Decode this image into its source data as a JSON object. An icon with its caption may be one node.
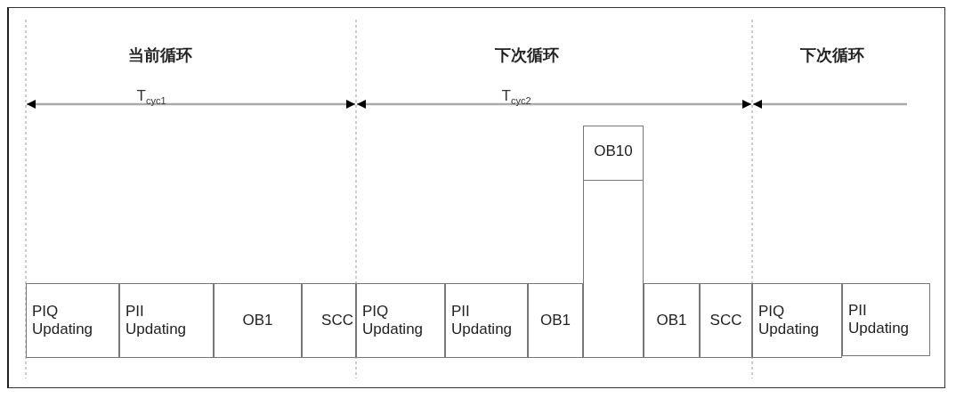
{
  "diagram": {
    "nodes": [
      {
        "text": [
          "OB10"
        ]
      },
      {
        "text": [
          "PIQ Updating"
        ]
      },
      {
        "text": [
          "PII Updating"
        ]
      },
      {
        "text": [
          "OB1"
        ]
      },
      {
        "text": [
          "SCC"
        ]
      },
      {
        "text": [
          "PIQ Updating"
        ]
      },
      {
        "text": [
          "PII Updating"
        ]
      },
      {
        "text": [
          "OB1"
        ]
      },
      {
        "text": [
          "OB1"
        ]
      },
      {
        "text": [
          "SCC"
        ]
      },
      {
        "text": [
          "PIQ Updating"
        ]
      },
      {
        "text": [
          "PII Updating"
        ]
      }
    ],
    "labels": [
      "当前循环",
      "T$_{cyc1}$",
      "下次循环",
      "T$_{cyc2}$",
      "下次循环"
    ]
  }
}
